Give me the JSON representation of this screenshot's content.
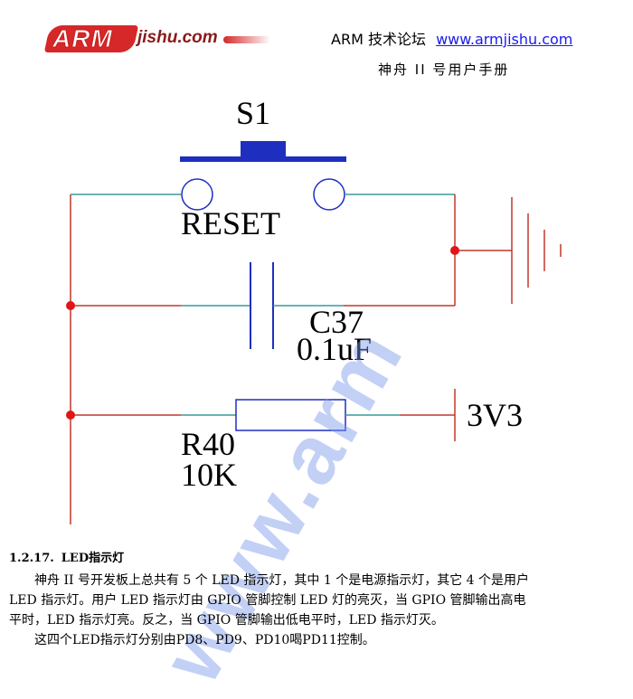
{
  "header": {
    "logo_left": "ARM",
    "logo_right": "jishu.com",
    "forum_label": "ARM 技术论坛",
    "forum_url": "www.armjishu.com",
    "manual_title": "神舟 II 号用户手册"
  },
  "schematic": {
    "switch_ref": "S1",
    "switch_label": "RESET",
    "cap_ref": "C37",
    "cap_value": "0.1uF",
    "res_ref": "R40",
    "res_value": "10K",
    "supply_label": "3V3"
  },
  "watermark_text": "www.arm",
  "section": {
    "number": "1.2.17.",
    "title": "LED指示灯"
  },
  "paragraph": {
    "line1": "神舟 II 号开发板上总共有 5 个 LED 指示灯，其中 1 个是电源指示灯，其它 4 个是用户",
    "line2": "LED 指示灯。用户 LED 指示灯由 GPIO 管脚控制 LED 灯的亮灭，当 GPIO 管脚输出高电",
    "line3": "平时，LED 指示灯亮。反之，当 GPIO 管脚输出低电平时，LED 指示灯灭。",
    "line4": "这四个LED指示灯分别由PD8、PD9、PD10喝PD11控制。"
  },
  "colors": {
    "wire_red": "#c0392b",
    "wire_teal": "#3a9a9a",
    "component_blue": "#1e2fbf",
    "junction_red": "#e01515",
    "link_blue": "#1a1aee"
  }
}
